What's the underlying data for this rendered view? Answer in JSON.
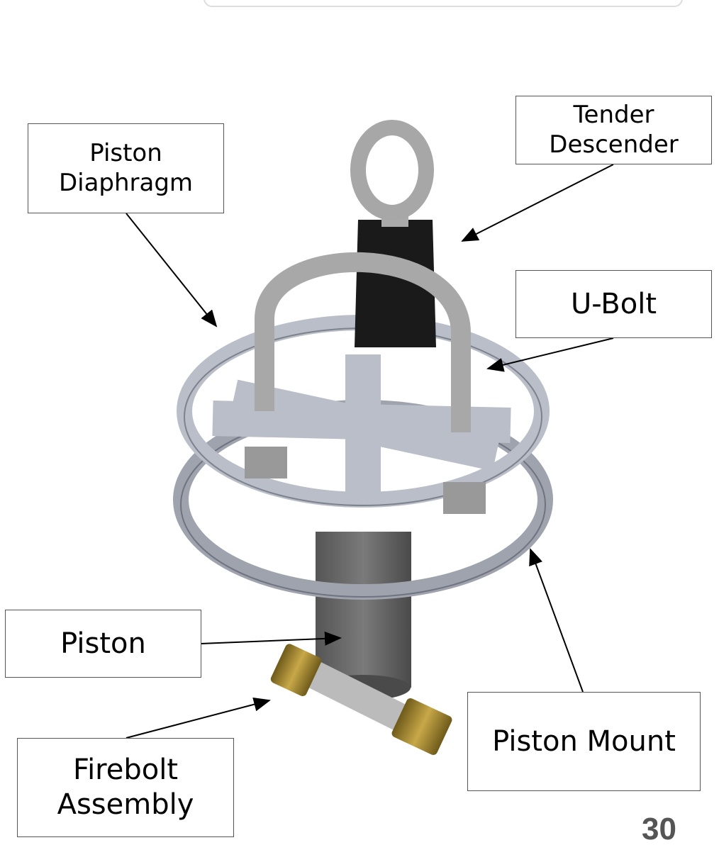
{
  "labels": {
    "piston_diaphragm": "Piston Diaphragm",
    "tender_descender": "Tender Descender",
    "u_bolt": "U-Bolt",
    "piston": "Piston",
    "firebolt_assembly": "Firebolt Assembly",
    "piston_mount": "Piston Mount"
  },
  "page_number": "30",
  "colors": {
    "metal": "#b9bec9",
    "dark": "#1a1a1a",
    "piston": "#6a6a6a",
    "brass": "#a8872c"
  }
}
